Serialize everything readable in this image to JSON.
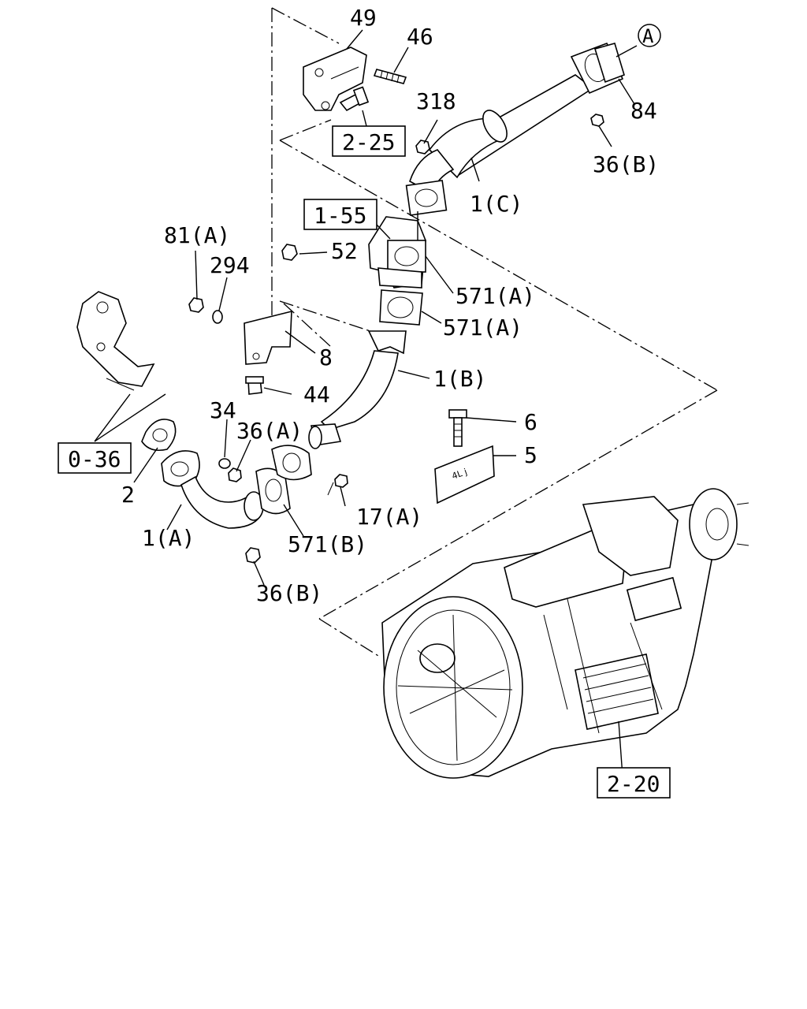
{
  "refs": {
    "r_0_36": "0-36",
    "r_1_55": "1-55",
    "r_2_25": "2-25",
    "r_2_20": "2-20"
  },
  "circle_ref": "A",
  "callouts": {
    "c49": "49",
    "c46": "46",
    "c318": "318",
    "c84": "84",
    "c36b_top": "36(B)",
    "c1c": "1(C)",
    "c81a": "81(A)",
    "c294": "294",
    "c52": "52",
    "c571a_1": "571(A)",
    "c571a_2": "571(A)",
    "c8": "8",
    "c1b": "1(B)",
    "c44": "44",
    "c34": "34",
    "c36a": "36(A)",
    "c6": "6",
    "c5": "5",
    "c2": "2",
    "c17a": "17(A)",
    "c1a": "1(A)",
    "c571b": "571(B)",
    "c36b_bottom": "36(B)"
  }
}
